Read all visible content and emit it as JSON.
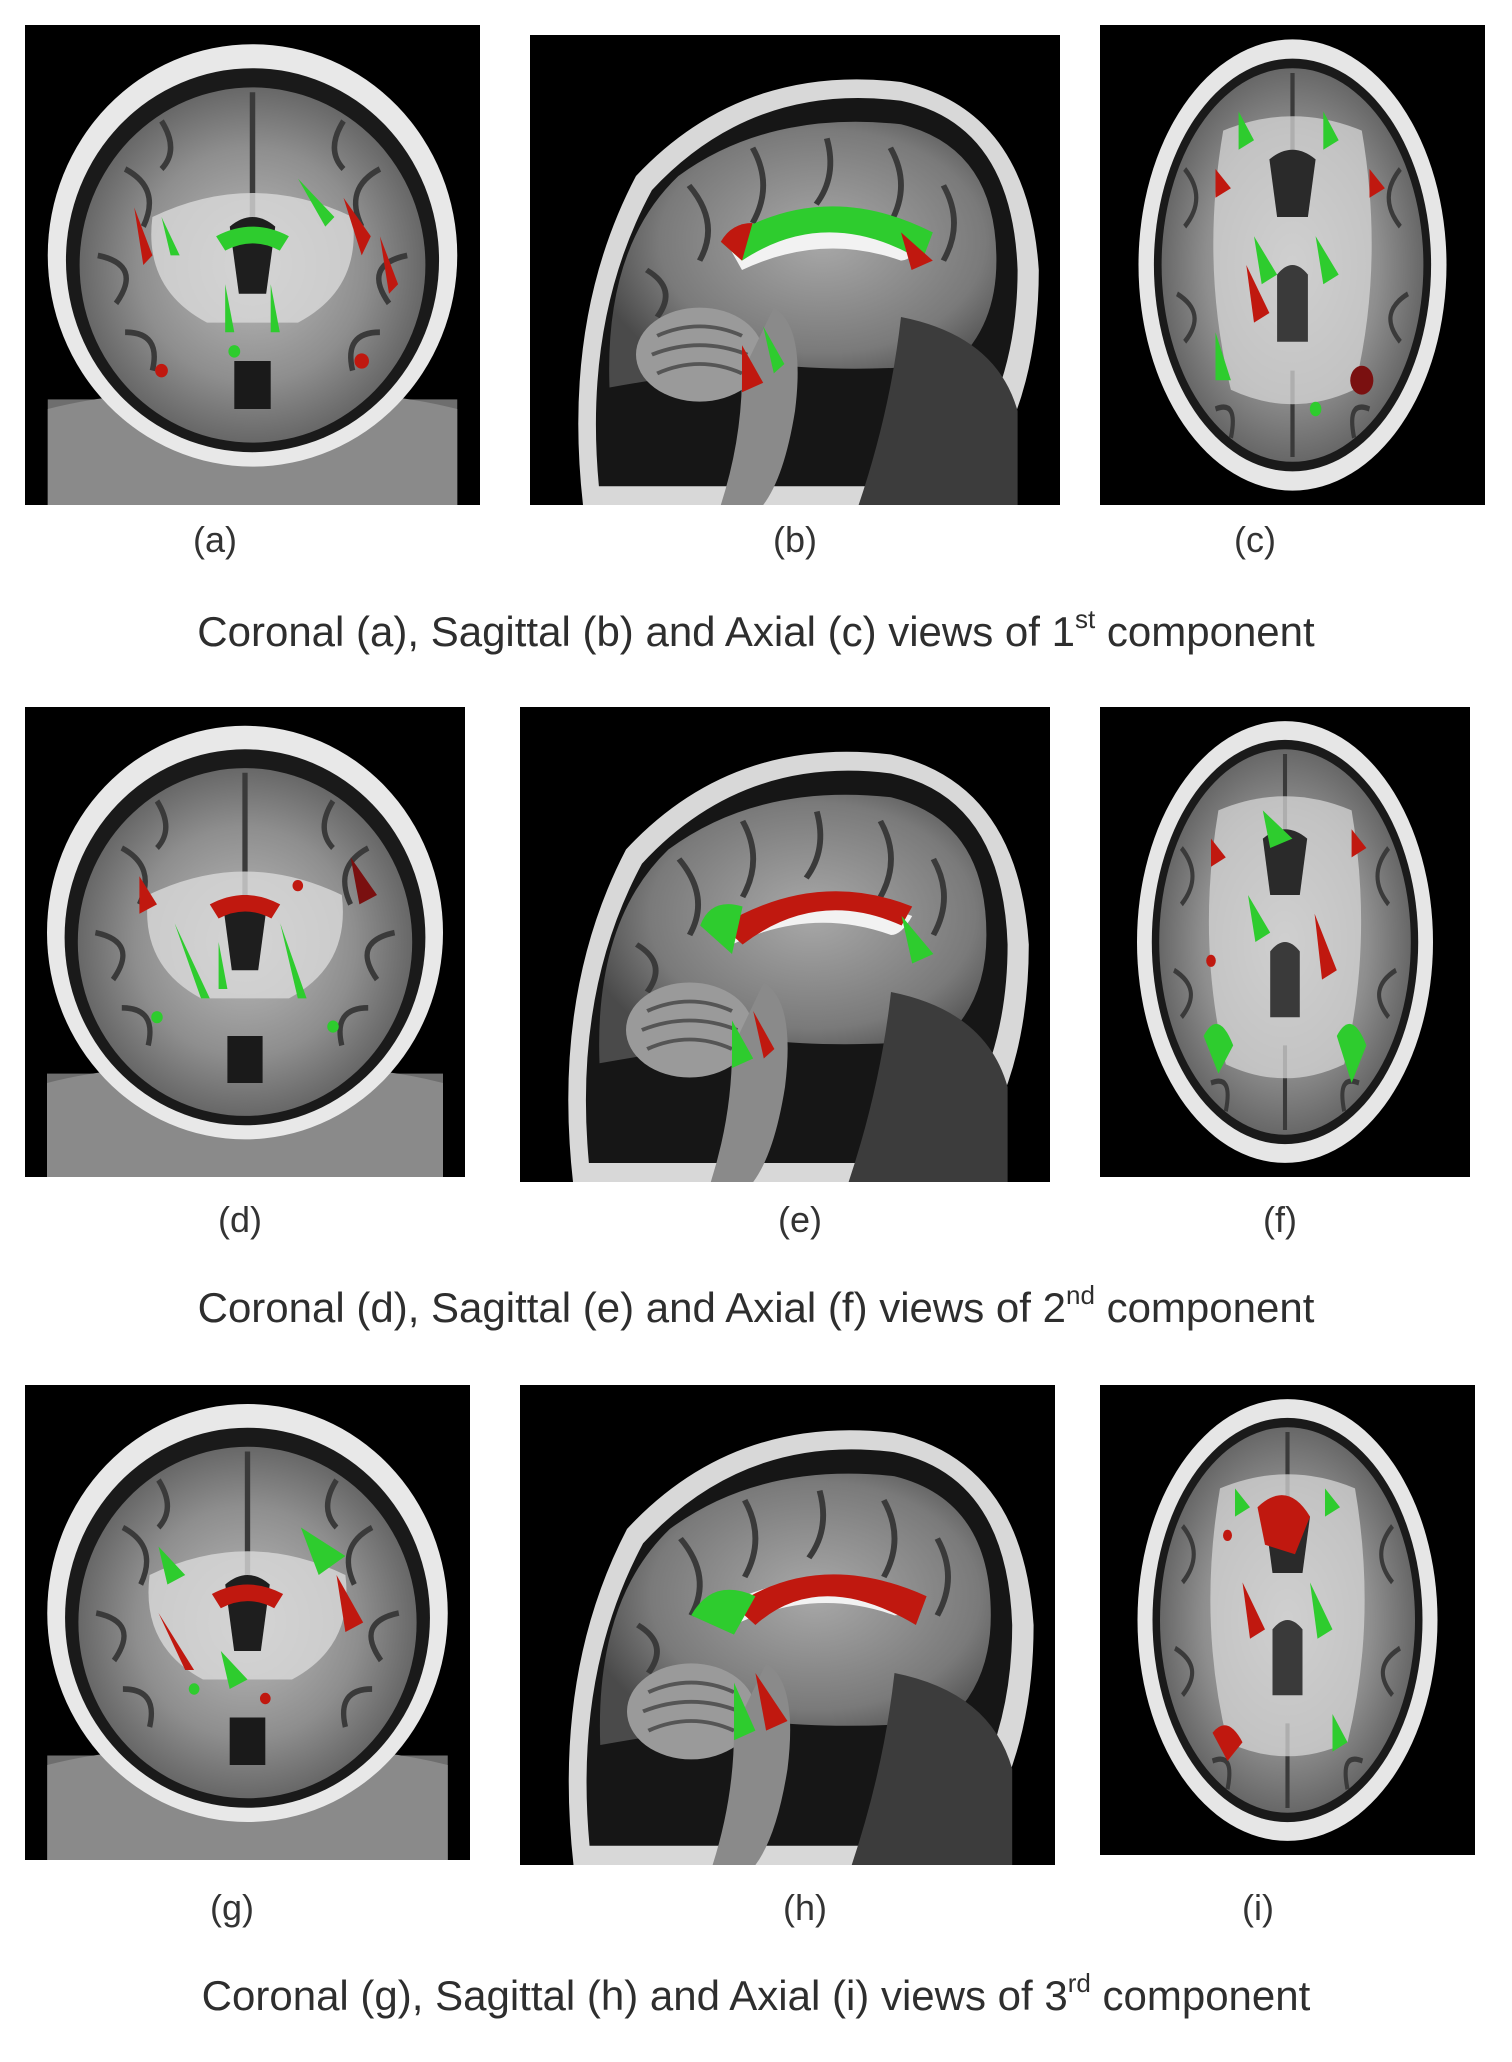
{
  "rows": [
    {
      "labels": [
        "(a)",
        "(b)",
        "(c)"
      ],
      "caption": {
        "prefix": "Coronal (a), Sagittal (b) and Axial (c) views of 1",
        "sup": "st",
        "suffix": " component"
      }
    },
    {
      "labels": [
        "(d)",
        "(e)",
        "(f)"
      ],
      "caption": {
        "prefix": "Coronal (d), Sagittal (e) and Axial (f) views of 2",
        "sup": "nd",
        "suffix": " component"
      }
    },
    {
      "labels": [
        "(g)",
        "(h)",
        "(i)"
      ],
      "caption": {
        "prefix": "Coronal (g), Sagittal (h) and Axial (i) views of 3",
        "sup": "rd",
        "suffix": " component"
      }
    }
  ],
  "colors": {
    "positive_overlay": "#2ecc2e",
    "negative_overlay": "#c0180f",
    "background": "#000000"
  }
}
